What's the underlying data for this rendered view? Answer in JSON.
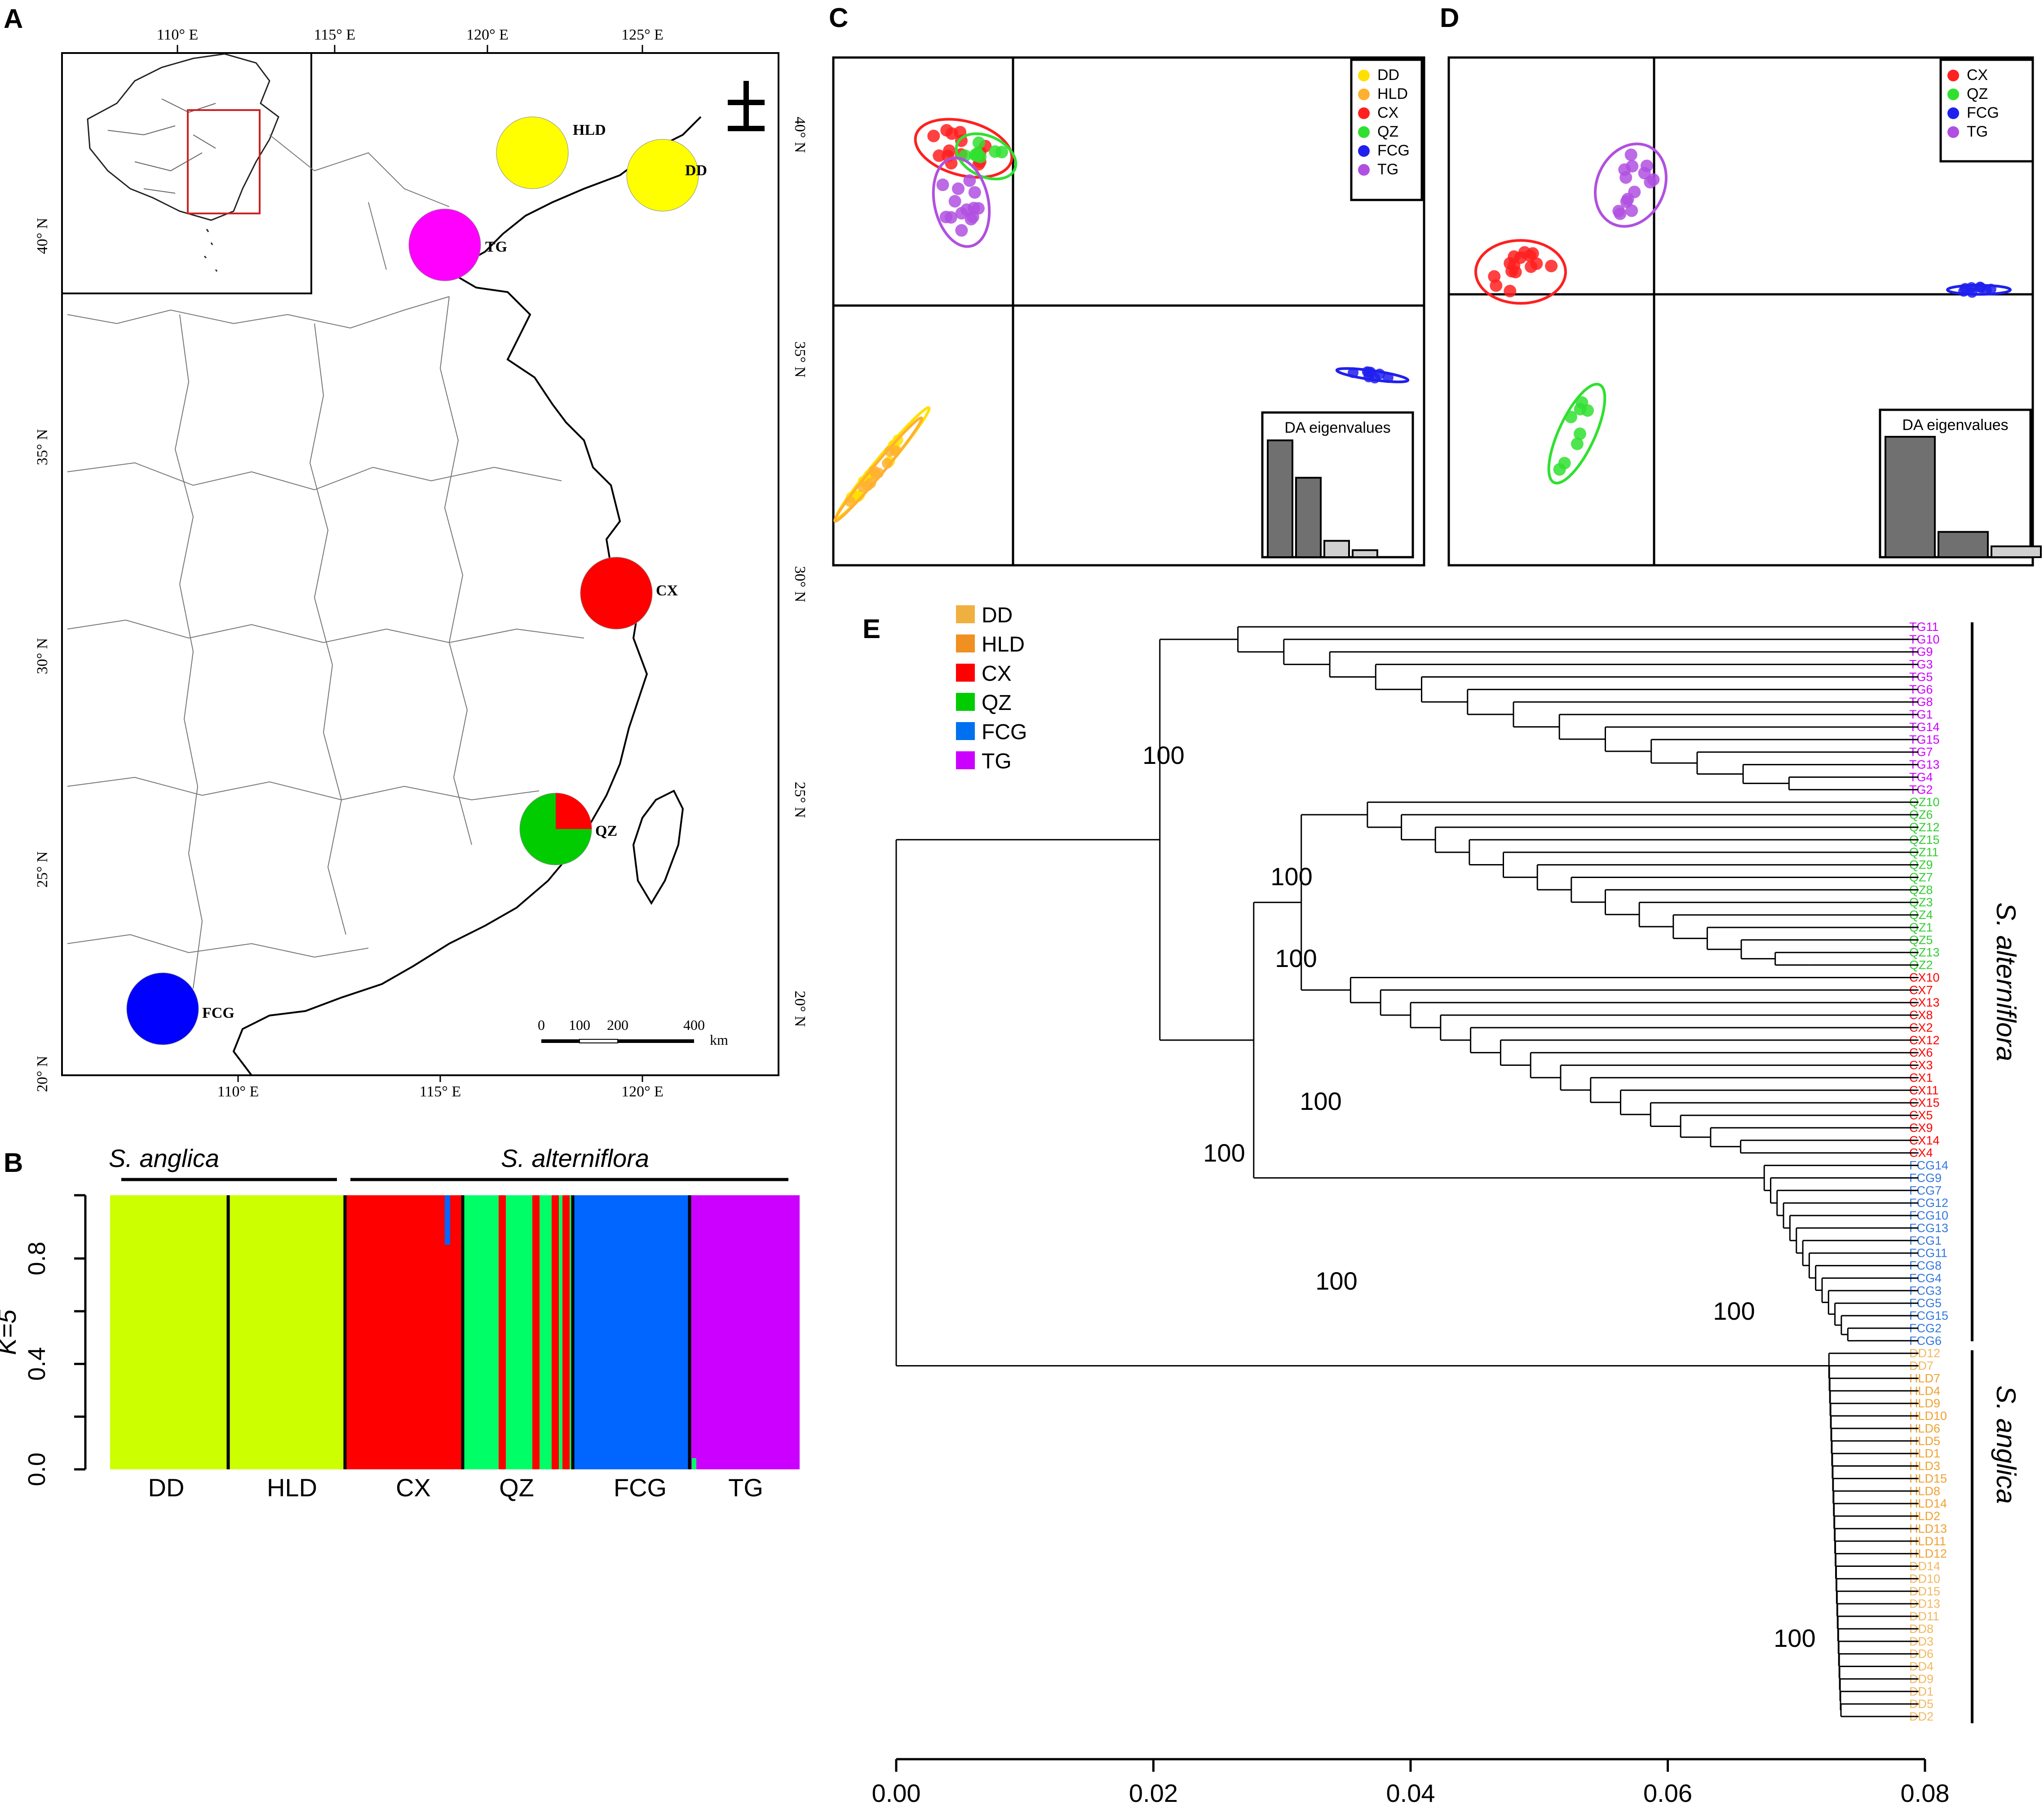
{
  "panels": {
    "A": "A",
    "B": "B",
    "C": "C",
    "D": "D",
    "E": "E"
  },
  "map": {
    "lon_top": [
      "110° E",
      "115° E",
      "120° E",
      "125° E"
    ],
    "lon_bottom": [
      "110° E",
      "115° E",
      "120° E"
    ],
    "lat_right": [
      "40° N",
      "35° N",
      "30° N",
      "25° N",
      "20° N"
    ],
    "lat_left": [
      "40° N",
      "35° N",
      "30° N",
      "25° N",
      "20° N"
    ],
    "scale_ticks": [
      "0",
      "100",
      "200",
      "400"
    ],
    "scale_unit": "km",
    "sites": [
      {
        "label": "HLD",
        "color": "#ffff00"
      },
      {
        "label": "DD",
        "color": "#ffff00"
      },
      {
        "label": "TG",
        "color": "#ff00ff"
      },
      {
        "label": "CX",
        "color": "#ff0000"
      },
      {
        "label": "QZ",
        "color": "#00cc00",
        "second": "#ff0000",
        "second_fraction": 0.25
      },
      {
        "label": "FCG",
        "color": "#0000ff"
      }
    ]
  },
  "structure": {
    "ylabel": "K=5",
    "yticks": [
      "0.0",
      "0.4",
      "0.8"
    ],
    "group_left": "S. anglica",
    "group_right": "S. alterniflora",
    "pops": [
      "DD",
      "HLD",
      "CX",
      "QZ",
      "FCG",
      "TG"
    ],
    "colors": {
      "DD": "#ccff00",
      "HLD": "#ccff00",
      "CX": "#ff0000",
      "QZ": "#00ff66",
      "FCG": "#0066ff",
      "TG": "#cc00ff"
    }
  },
  "dapc_c": {
    "legend": [
      {
        "name": "DD",
        "color": "#ffe000"
      },
      {
        "name": "HLD",
        "color": "#ffb030"
      },
      {
        "name": "CX",
        "color": "#ff2020"
      },
      {
        "name": "QZ",
        "color": "#30e030"
      },
      {
        "name": "FCG",
        "color": "#2020ee"
      },
      {
        "name": "TG",
        "color": "#b050e0"
      }
    ],
    "eig_title": "DA eigenvalues",
    "eigenvalues": [
      1.0,
      0.68,
      0.14,
      0.06
    ]
  },
  "dapc_d": {
    "legend": [
      {
        "name": "CX",
        "color": "#ff2020"
      },
      {
        "name": "QZ",
        "color": "#30e030"
      },
      {
        "name": "FCG",
        "color": "#2020ee"
      },
      {
        "name": "TG",
        "color": "#b050e0"
      }
    ],
    "eig_title": "DA eigenvalues",
    "eigenvalues": [
      1.0,
      0.21,
      0.09
    ]
  },
  "tree": {
    "legend": [
      {
        "name": "DD",
        "color": "#f0b040"
      },
      {
        "name": "HLD",
        "color": "#f09020"
      },
      {
        "name": "CX",
        "color": "#ff0000"
      },
      {
        "name": "QZ",
        "color": "#00cc00"
      },
      {
        "name": "FCG",
        "color": "#0070f0"
      },
      {
        "name": "TG",
        "color": "#cc00ff"
      }
    ],
    "axis_ticks": [
      "0.00",
      "0.02",
      "0.04",
      "0.06",
      "0.08"
    ],
    "bootstrap": [
      "100",
      "100",
      "100",
      "100",
      "100",
      "100",
      "100",
      "100"
    ],
    "clade_right_top": "S. alterniflora",
    "clade_right_bottom": "S. anglica",
    "leaf_colors": {
      "TG": "#cc00ff",
      "QZ": "#33cc33",
      "CX": "#ff0000",
      "FCG": "#3377dd",
      "HLD": "#f0a030",
      "DD": "#f0b860"
    },
    "leaves": [
      "TG11",
      "TG10",
      "TG9",
      "TG3",
      "TG5",
      "TG6",
      "TG8",
      "TG1",
      "TG14",
      "TG15",
      "TG7",
      "TG13",
      "TG4",
      "TG2",
      "QZ10",
      "QZ6",
      "QZ12",
      "QZ15",
      "QZ11",
      "QZ9",
      "QZ7",
      "QZ8",
      "QZ3",
      "QZ4",
      "QZ1",
      "QZ5",
      "QZ13",
      "QZ2",
      "CX10",
      "CX7",
      "CX13",
      "CX8",
      "CX2",
      "CX12",
      "CX6",
      "CX3",
      "CX1",
      "CX11",
      "CX15",
      "CX5",
      "CX9",
      "CX14",
      "CX4",
      "FCG14",
      "FCG9",
      "FCG7",
      "FCG12",
      "FCG10",
      "FCG13",
      "FCG1",
      "FCG11",
      "FCG8",
      "FCG4",
      "FCG3",
      "FCG5",
      "FCG15",
      "FCG2",
      "FCG6",
      "DD12",
      "DD7",
      "HLD7",
      "HLD4",
      "HLD9",
      "HLD10",
      "HLD6",
      "HLD5",
      "HLD1",
      "HLD3",
      "HLD15",
      "HLD8",
      "HLD14",
      "HLD2",
      "HLD13",
      "HLD11",
      "HLD12",
      "DD14",
      "DD10",
      "DD15",
      "DD13",
      "DD11",
      "DD8",
      "DD3",
      "DD6",
      "DD4",
      "DD9",
      "DD1",
      "DD5",
      "DD2"
    ]
  }
}
